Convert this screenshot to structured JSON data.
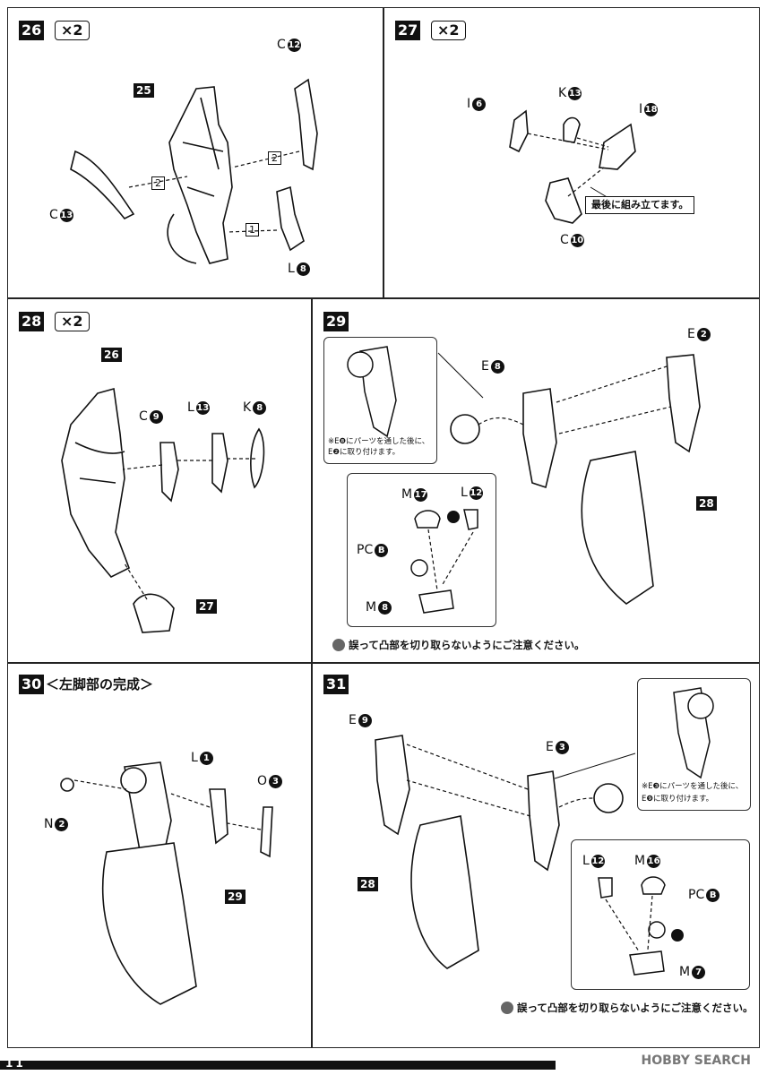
{
  "steps": {
    "s26": {
      "num": "26",
      "mult": "×2",
      "labels": {
        "p25": "25",
        "c12_letter": "C",
        "c12_num": "12",
        "c13_letter": "C",
        "c13_num": "13",
        "l8_letter": "L",
        "l8_num": "8",
        "o1": "1",
        "o2a": "2",
        "o2b": "2"
      }
    },
    "s27": {
      "num": "27",
      "mult": "×2",
      "labels": {
        "i6_letter": "I",
        "i6_num": "6",
        "k13_letter": "K",
        "k13_num": "13",
        "i18_letter": "I",
        "i18_num": "18",
        "c10_letter": "C",
        "c10_num": "10"
      },
      "note": "最後に組み立てます。"
    },
    "s28": {
      "num": "28",
      "mult": "×2",
      "labels": {
        "p26": "26",
        "c9_letter": "C",
        "c9_num": "9",
        "l13_letter": "L",
        "l13_num": "13",
        "k8_letter": "K",
        "k8_num": "8",
        "p27": "27"
      }
    },
    "s29": {
      "num": "29",
      "labels": {
        "e8_letter": "E",
        "e8_num": "8",
        "e2_letter": "E",
        "e2_num": "2",
        "p28": "28",
        "m17_letter": "M",
        "m17_num": "17",
        "l12_letter": "L",
        "l12_num": "12",
        "pcb_letter": "PC",
        "pcb_num": "B",
        "m8_letter": "M",
        "m8_num": "8"
      },
      "inset_note_1": "※E❽にパーツを通した後に、",
      "inset_note_2": "E❷に取り付けます。",
      "caution": "誤って凸部を切り取らないようにご注意ください。"
    },
    "s30": {
      "num": "30",
      "title": "＜左脚部の完成＞",
      "labels": {
        "l1_letter": "L",
        "l1_num": "1",
        "o3_letter": "O",
        "o3_num": "3",
        "n2_letter": "N",
        "n2_num": "2",
        "p29": "29"
      }
    },
    "s31": {
      "num": "31",
      "labels": {
        "e9_letter": "E",
        "e9_num": "9",
        "e3_letter": "E",
        "e3_num": "3",
        "p28": "28",
        "l12_letter": "L",
        "l12_num": "12",
        "m16_letter": "M",
        "m16_num": "16",
        "pcb_letter": "PC",
        "pcb_num": "B",
        "m7_letter": "M",
        "m7_num": "7"
      },
      "inset_note_1": "※E❸にパーツを通した後に、",
      "inset_note_2": "E❾に取り付けます。",
      "caution": "誤って凸部を切り取らないようにご注意ください。"
    }
  },
  "footer": {
    "page": "11",
    "watermark": "HOBBY SEARCH"
  }
}
